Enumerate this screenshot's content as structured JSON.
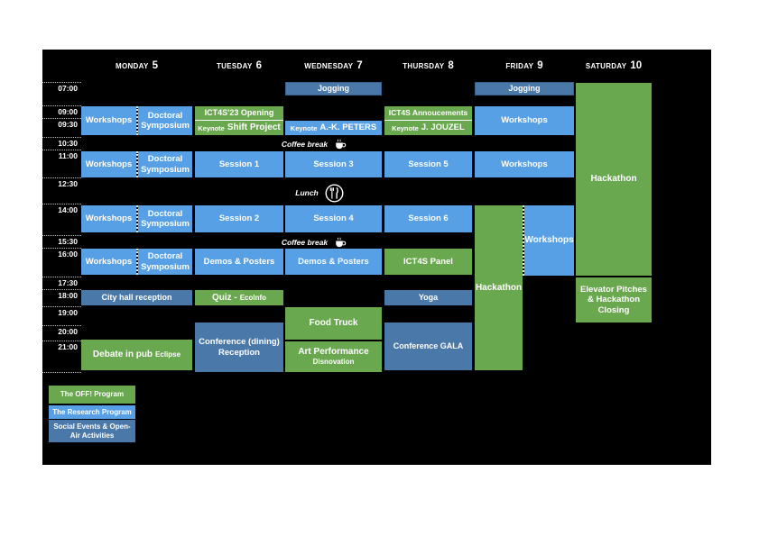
{
  "colors": {
    "background": "#000000",
    "research_program_blue": "#57A0E5",
    "off_program_green": "#6AA84F",
    "social_events_blue": "#4A78A8"
  },
  "days": [
    {
      "name": "MONDAY",
      "number": "5"
    },
    {
      "name": "TUESDAY",
      "number": "6"
    },
    {
      "name": "WEDNESDAY",
      "number": "7"
    },
    {
      "name": "THURSDAY",
      "number": "8"
    },
    {
      "name": "FRIDAY",
      "number": "9"
    },
    {
      "name": "SATURDAY",
      "number": "10"
    }
  ],
  "times": [
    "07:00",
    "09:00",
    "09:30",
    "10:30",
    "11:00",
    "12:30",
    "14:00",
    "15:30",
    "16:00",
    "17:30",
    "18:00",
    "19:00",
    "20:00",
    "21:00"
  ],
  "labels": {
    "workshops": "Workshops",
    "doctoral_symposium": "Doctoral Symposium",
    "jogging": "Jogging",
    "hackathon": "Hackathon",
    "demos_posters": "Demos & Posters",
    "keynote_prefix": "Keynote"
  },
  "breaks": {
    "coffee": "Coffee break",
    "lunch": "Lunch"
  },
  "events": {
    "ict4s_opening": "ICT4S'23 Opening",
    "keynote_shift_project": "Shift Project",
    "keynote_peters": "A.-K. PETERS",
    "ict4s_annoucements": "ICT4S Annoucements",
    "keynote_jouzel": "J. JOUZEL",
    "session_1": "Session 1",
    "session_2": "Session 2",
    "session_3": "Session 3",
    "session_4": "Session 4",
    "session_5": "Session 5",
    "session_6": "Session 6",
    "ict4s_panel": "ICT4S Panel",
    "city_hall_reception": "City hall reception",
    "quiz": "Quiz -",
    "quiz_org": "EcoInfo",
    "yoga": "Yoga",
    "food_truck": "Food Truck",
    "art_performance": "Art Performance",
    "art_performance_artist": "Disnovation",
    "conference_dining": "Conference (dining) Reception",
    "conference_gala": "Conference GALA",
    "debate": "Debate in pub",
    "debate_venue": "Eclipse",
    "elevator_pitches": "Elevator Pitches & Hackathon Closing"
  },
  "legend": [
    {
      "label": "The OFF! Program",
      "color": "#6AA84F"
    },
    {
      "label": "The Research Program",
      "color": "#57A0E5"
    },
    {
      "label": "Social Events & Open-Air Activities",
      "color": "#4A78A8"
    }
  ]
}
